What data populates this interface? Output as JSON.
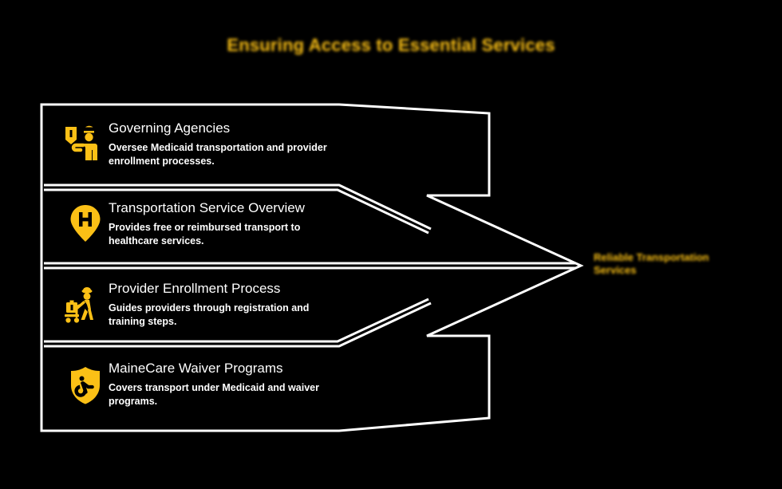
{
  "header": {
    "title": "Ensuring Access to Essential Services"
  },
  "colors": {
    "background": "#000000",
    "accent": "#FBC016",
    "outline": "#FFFFFF",
    "text": "#FFFFFF"
  },
  "diagram": {
    "type": "arrow-process",
    "direction": "left-to-right",
    "outcome_label": "Reliable Transportation Services",
    "items": [
      {
        "icon": "agency-officer-badge-icon",
        "title": "Governing Agencies",
        "description": "Oversee Medicaid transportation and provider enrollment processes."
      },
      {
        "icon": "hospital-map-pin-icon",
        "title": "Transportation Service Overview",
        "description": "Provides free or reimbursed transport to healthcare services."
      },
      {
        "icon": "porter-luggage-cart-icon",
        "title": "Provider Enrollment Process",
        "description": "Guides providers through registration and training steps."
      },
      {
        "icon": "accessibility-shield-icon",
        "title": "MaineCare Waiver Programs",
        "description": "Covers transport under Medicaid and waiver programs."
      }
    ]
  }
}
